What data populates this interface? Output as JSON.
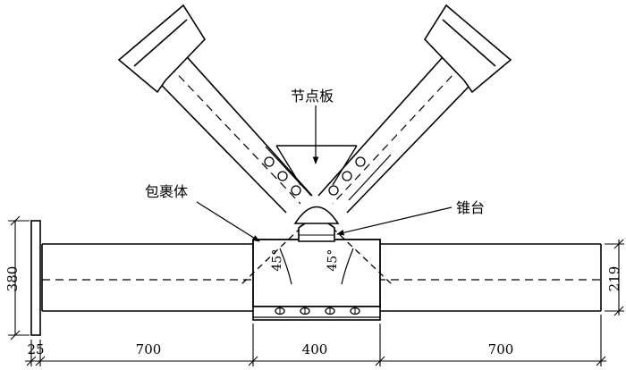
{
  "labels": {
    "gusset_plate": "节点板",
    "encasement": "包裹体",
    "cone_platform": "锥台"
  },
  "angles": {
    "left": "45°",
    "right": "45°"
  },
  "dimensions": {
    "flange_height": "380",
    "end_plate_thickness": "25",
    "left_length": "700",
    "middle_length": "400",
    "right_length": "700",
    "pipe_diameter": "219"
  }
}
